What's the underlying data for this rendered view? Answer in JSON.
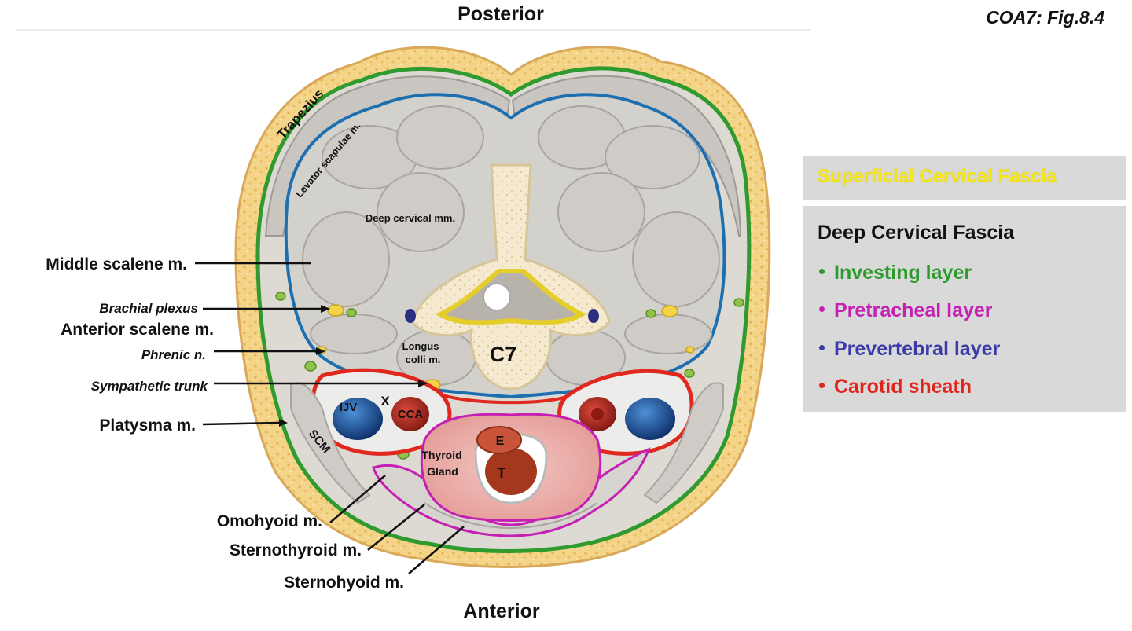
{
  "figure_ref": "COA7: Fig.8.4",
  "orientation": {
    "top": "Posterior",
    "bottom": "Anterior"
  },
  "left_labels": [
    {
      "text": "Middle scalene m.",
      "italic": false
    },
    {
      "text": "Brachial plexus",
      "italic": true
    },
    {
      "text": "Anterior scalene m.",
      "italic": false
    },
    {
      "text": "Phrenic n.",
      "italic": true
    },
    {
      "text": "Sympathetic trunk",
      "italic": true
    },
    {
      "text": "Platysma m.",
      "italic": false
    }
  ],
  "bottom_labels": [
    "Omohyoid m.",
    "Sternothyroid m.",
    "Sternohyoid m."
  ],
  "inner_labels": {
    "trapezius": "Trapezius",
    "levator": "Levator scapulae m.",
    "deep": "Deep cervical mm.",
    "longus_1": "Longus",
    "longus_2": "colli m.",
    "vertebra": "C7",
    "ijv": "IJV",
    "vagus": "X",
    "cca": "CCA",
    "scm": "SCM",
    "thyroid_1": "Thyroid",
    "thyroid_2": "Gland",
    "esophagus": "E",
    "trachea": "T"
  },
  "legend": {
    "superficial": {
      "text": "Superficial Cervical Fascia",
      "color": "#f5e616"
    },
    "deep_title": "Deep Cervical Fascia",
    "layers": [
      {
        "text": "Investing layer",
        "color": "#2e9a2e"
      },
      {
        "text": "Pretracheal layer",
        "color": "#c51fb4"
      },
      {
        "text": "Prevertebral layer",
        "color": "#3a3aa8"
      },
      {
        "text": "Carotid sheath",
        "color": "#e0261c"
      }
    ]
  }
}
